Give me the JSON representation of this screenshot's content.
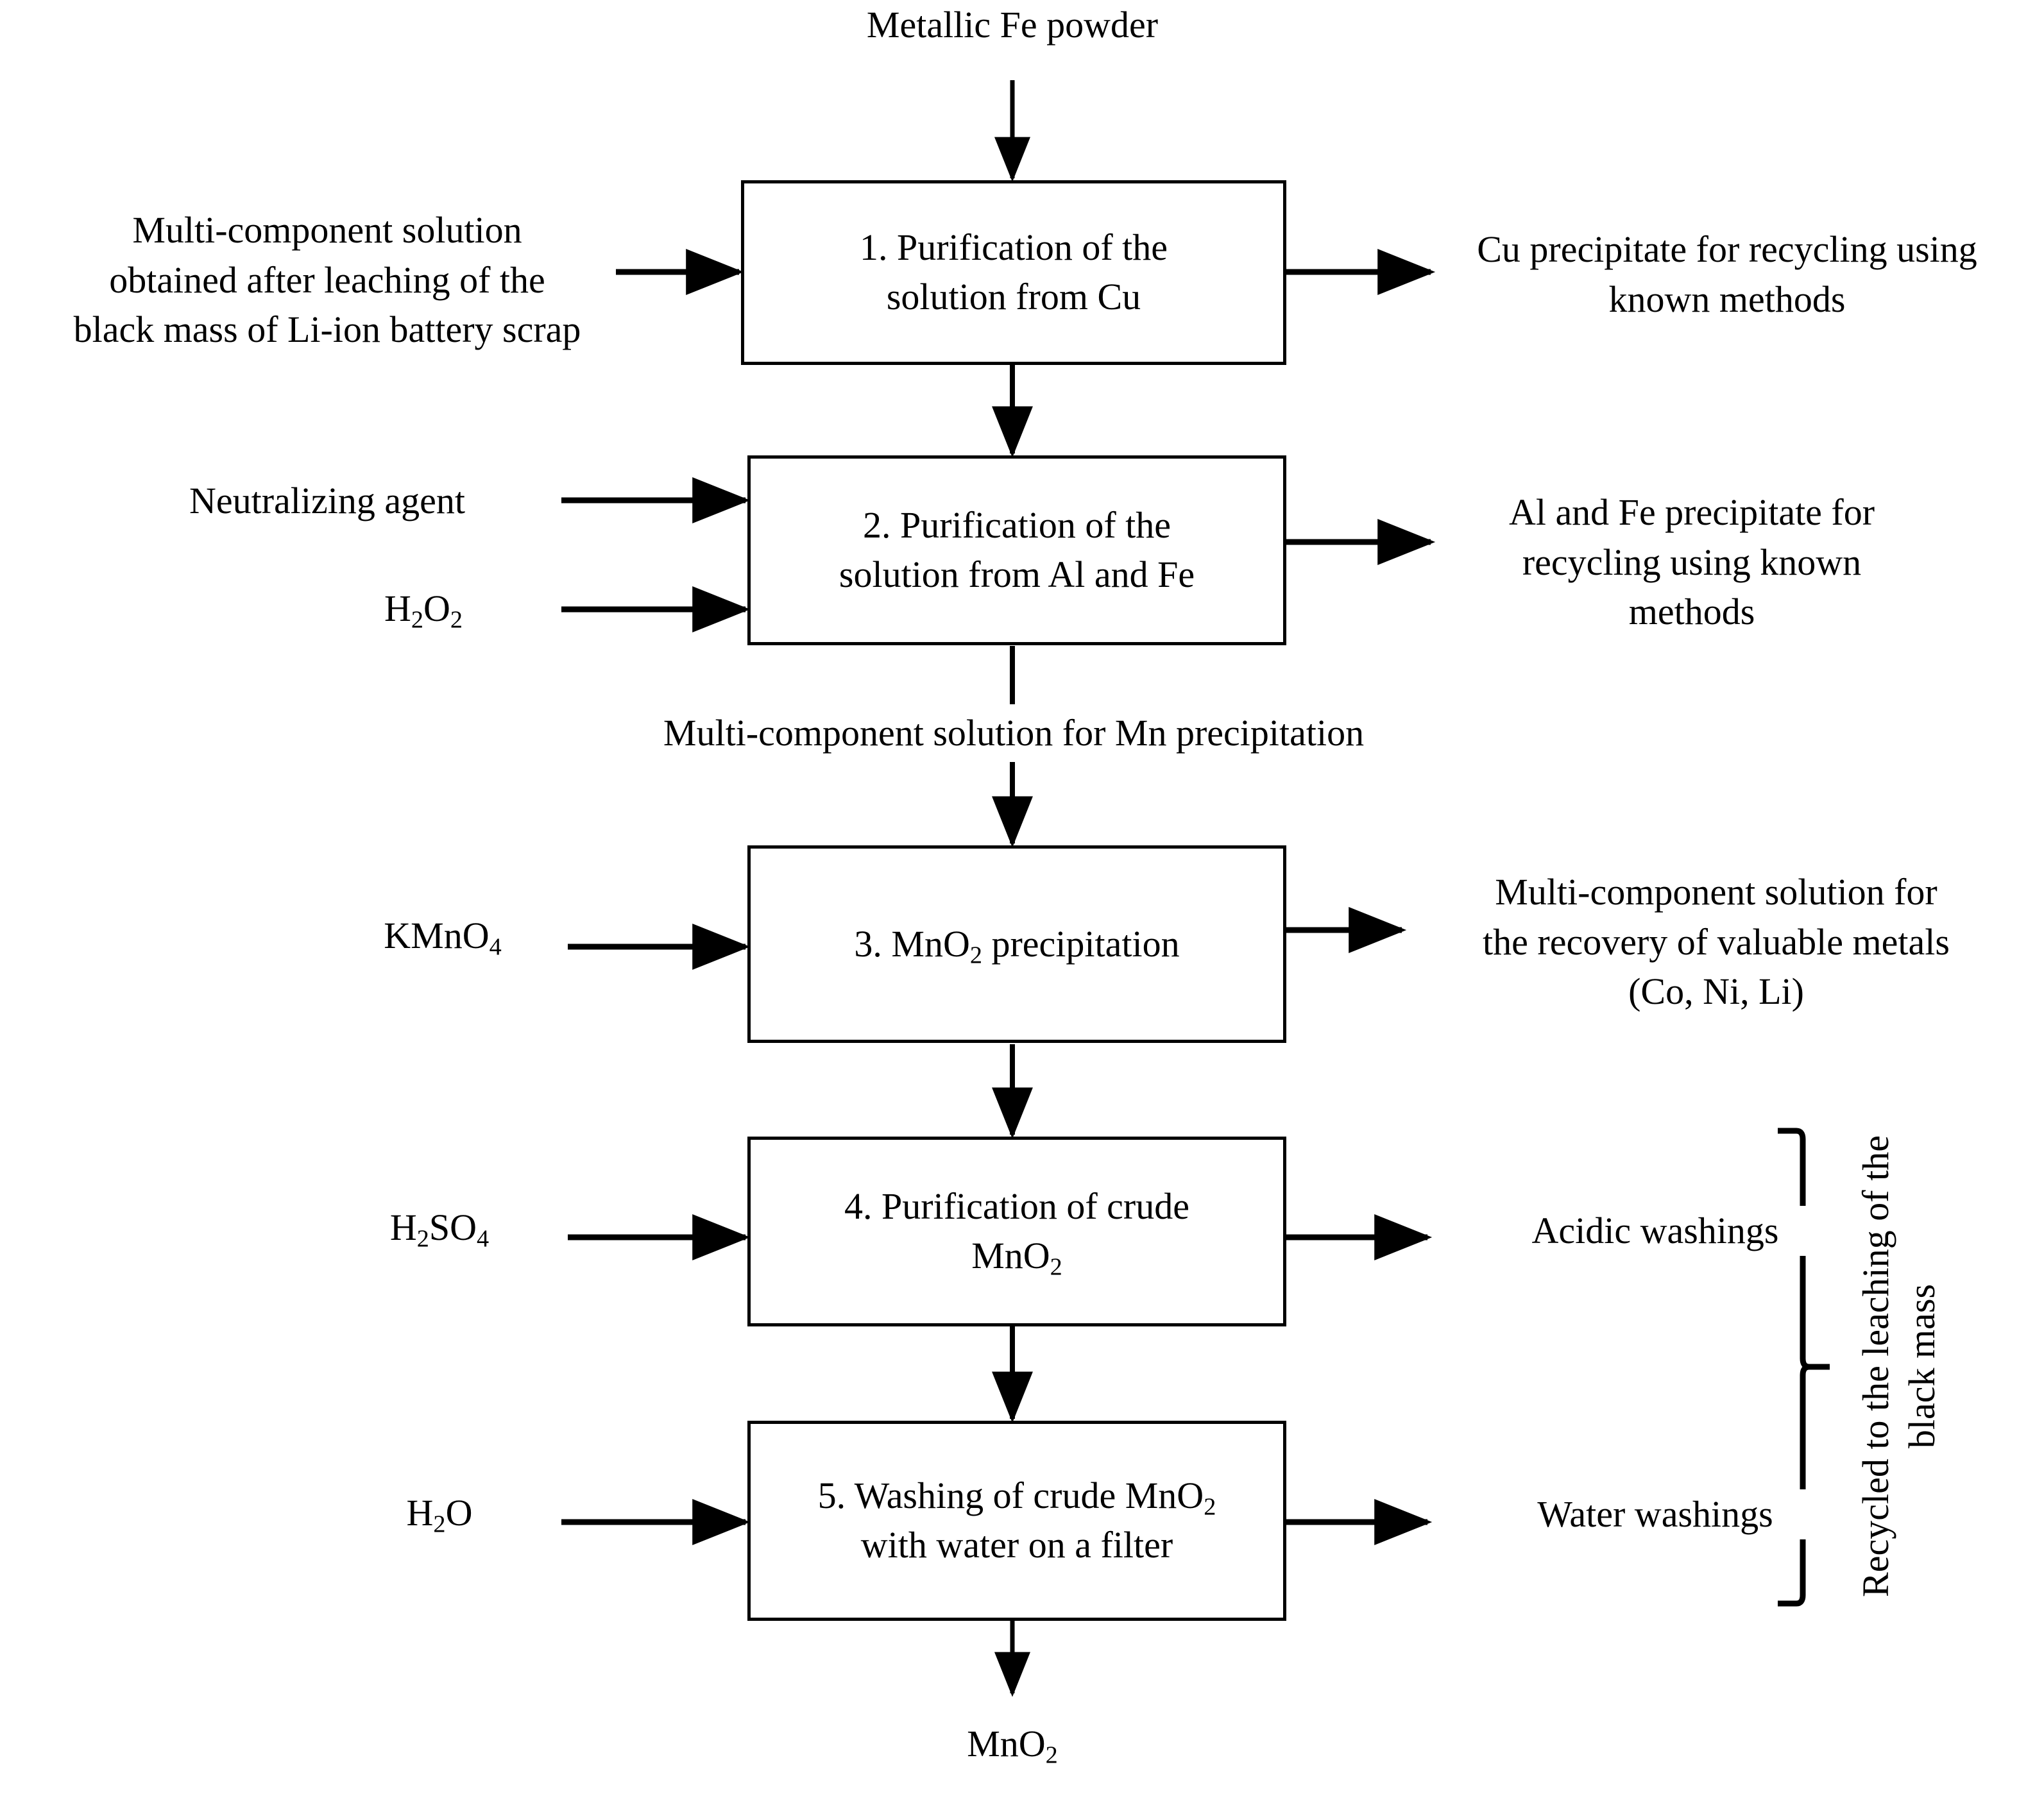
{
  "diagram": {
    "title": "Flow diagram of MnO2 recovery from Li-ion battery black mass leachate",
    "line_color": "#000000",
    "background": "#ffffff"
  },
  "inputs": {
    "top_feed": "Metallic Fe powder",
    "leach_solution_line1": "Multi-component solution",
    "leach_solution_line2": "obtained after leaching of the",
    "leach_solution_line3": "black mass of Li-ion battery scrap",
    "neutralizing_agent": "Neutralizing agent",
    "hydrogen_peroxide_pre": "H",
    "hydrogen_peroxide_sub1": "2",
    "hydrogen_peroxide_mid": "O",
    "hydrogen_peroxide_sub2": "2",
    "kmno4_pre": "KMnO",
    "kmno4_sub": "4",
    "sulfuric_acid_pre": "H",
    "sulfuric_acid_sub1": "2",
    "sulfuric_acid_mid": "SO",
    "sulfuric_acid_sub2": "4",
    "water_pre": "H",
    "water_sub": "2",
    "water_post": "O"
  },
  "steps": [
    {
      "id": 1,
      "label": "1. Purification of the solution from Cu",
      "line1": "1. Purification of the",
      "line2": "solution from Cu"
    },
    {
      "id": 2,
      "label": "2. Purification of the solution from Al and Fe",
      "line1": "2. Purification of the",
      "line2": "solution from Al and Fe"
    },
    {
      "id": 3,
      "label": "3. MnO2 precipitation",
      "pre": "3. MnO",
      "sub": "2",
      "post": "precipitation"
    },
    {
      "id": 4,
      "label": "4. Purification of crude MnO2",
      "line1": "4. Purification of crude",
      "line2_pre": "MnO",
      "line2_sub": "2"
    },
    {
      "id": 5,
      "label": "5. Washing of crude MnO2 with water on a filter",
      "line1_pre": "5. Washing of crude MnO",
      "line1_sub": "2",
      "line2": "with water on a filter"
    }
  ],
  "outputs": {
    "cu_precipitate_line1": "Cu precipitate for recycling using",
    "cu_precipitate_line2": "known methods",
    "al_fe_precipitate_line1": "Al and Fe precipitate for",
    "al_fe_precipitate_line2": "recycling using known",
    "al_fe_precipitate_line3": "methods",
    "valuable_metals_line1": "Multi-component solution for",
    "valuable_metals_line2": "the recovery of valuable metals",
    "valuable_metals_line3": "(Co, Ni, Li)",
    "acidic_washings": "Acidic washings",
    "water_washings": "Water washings",
    "final_product_pre": "MnO",
    "final_product_sub": "2"
  },
  "intermediate": {
    "mn_precipitation_solution": "Multi-component solution for Mn precipitation"
  },
  "recycle": {
    "bracket_label_line1": "Recycled to the leaching of the",
    "bracket_label_line2": "black mass"
  }
}
